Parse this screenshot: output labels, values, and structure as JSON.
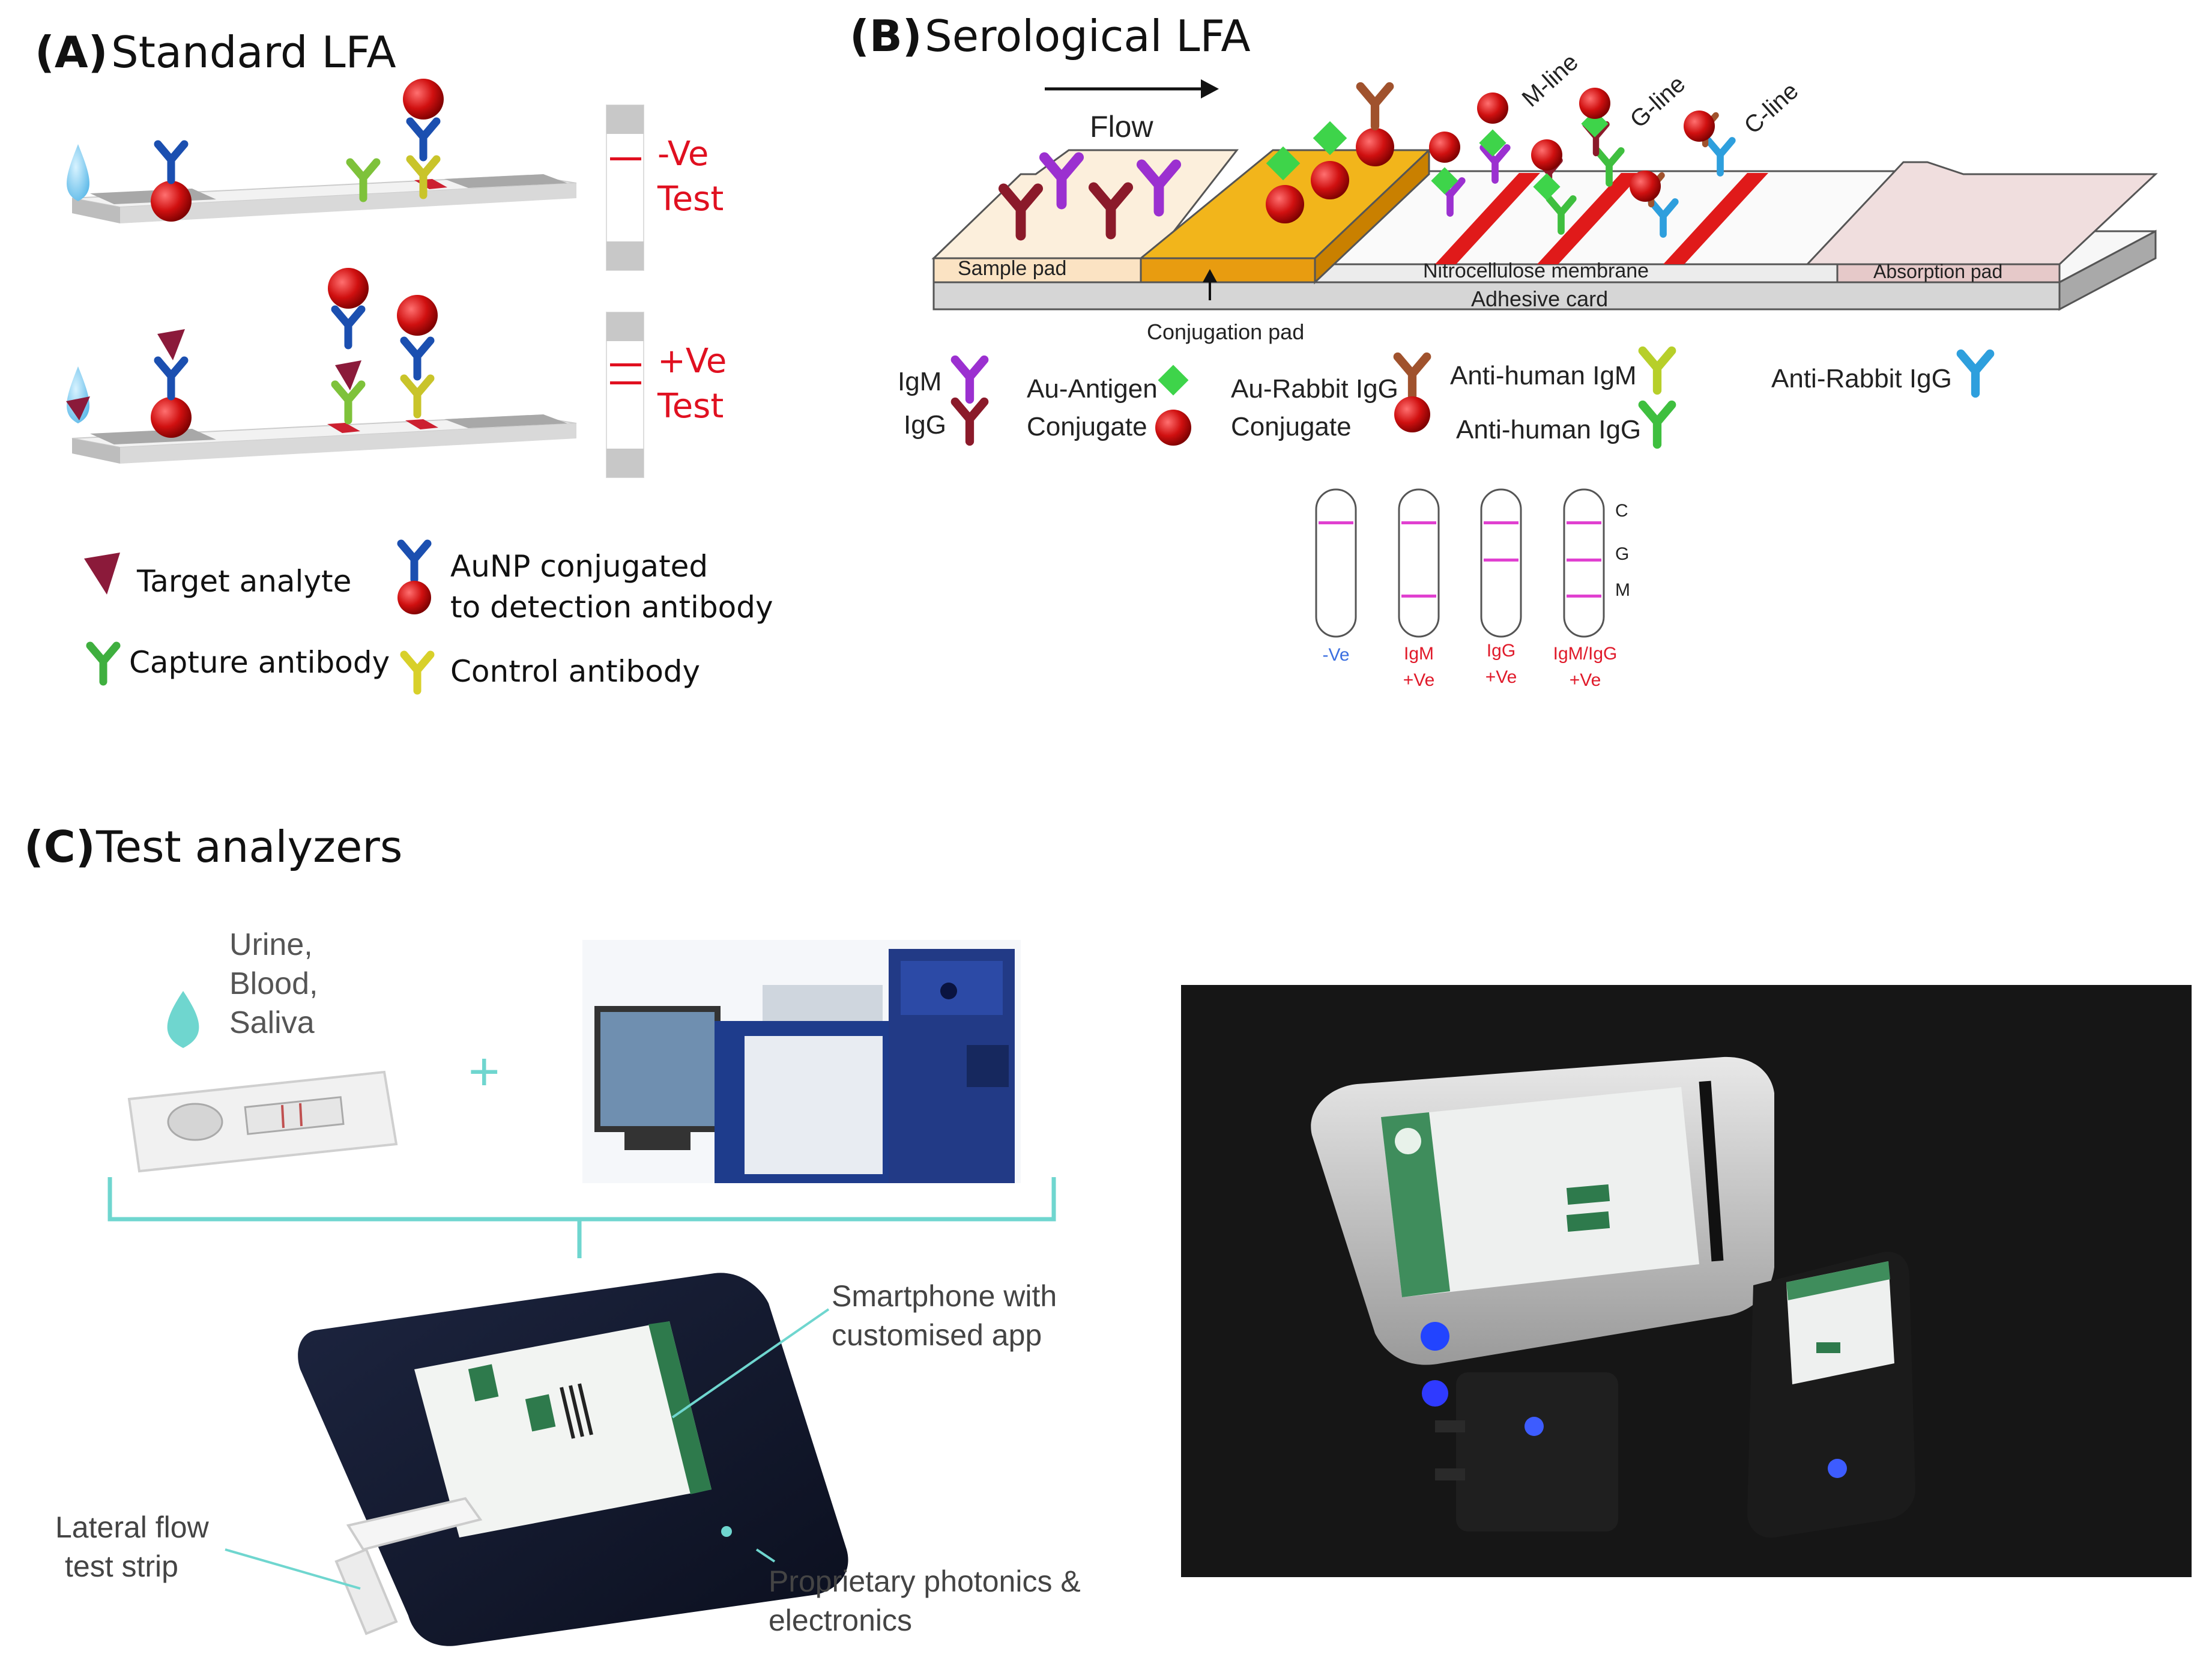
{
  "panel_a": {
    "heading_letter": "(A)",
    "heading": "Standard LFA",
    "strip_neg": [
      "-Ve",
      "Test"
    ],
    "strip_pos": [
      "+Ve",
      "Test"
    ],
    "legend": {
      "target": "Target analyte",
      "aunp": [
        "AuNP conjugated",
        "to detection antibody"
      ],
      "capture": "Capture antibody",
      "control": "Control antibody"
    }
  },
  "panel_b": {
    "heading_letter": "(B)",
    "heading": "Serological LFA",
    "flow": "Flow",
    "line_labels": [
      "M-line",
      "G-line",
      "C-line"
    ],
    "parts": {
      "sample_pad": "Sample pad",
      "nitrocellulose": "Nitrocellulose membrane",
      "absorption_pad": "Absorption pad",
      "adhesive_card": "Adhesive card",
      "conjugation_pad": "Conjugation pad"
    },
    "legend": {
      "igm": "IgM",
      "igg": "IgG",
      "au_antigen": [
        "Au-Antigen",
        "Conjugate"
      ],
      "au_rabbit": [
        "Au-Rabbit IgG",
        "Conjugate"
      ],
      "anti_igm": "Anti-human IgM",
      "anti_igg": "Anti-human IgG",
      "anti_rabbit": "Anti-Rabbit IgG"
    },
    "strip_letters": [
      "C",
      "G",
      "M"
    ],
    "results": [
      {
        "lines": [
          "-Ve"
        ]
      },
      {
        "lines": [
          "IgM",
          "+Ve"
        ]
      },
      {
        "lines": [
          "IgG",
          "+Ve"
        ]
      },
      {
        "lines": [
          "IgM/IgG",
          "+Ve"
        ]
      }
    ],
    "colors": {
      "igm": "#9b30d0",
      "igg": "#8b1a2a",
      "conjugate_red": "#e0111b",
      "antigen_green": "#3ed44a",
      "anti_igm": "#b7cf2a",
      "anti_igg": "#3fbf3f",
      "anti_rabbit": "#2e9fdd",
      "rabbit_igg": "#a0522d",
      "conj_pad": "#f2b51b",
      "line_magenta": "#e040d0"
    }
  },
  "panel_c": {
    "heading_letter": "(C)",
    "heading": "Test analyzers",
    "samples": [
      "Urine,",
      "Blood,",
      "Saliva"
    ],
    "plus": "+",
    "smartphone": [
      "Smartphone with",
      "customised app"
    ],
    "strip": [
      "Lateral flow",
      "test strip"
    ],
    "photonics": [
      "Proprietary photonics &",
      "electronics"
    ]
  }
}
